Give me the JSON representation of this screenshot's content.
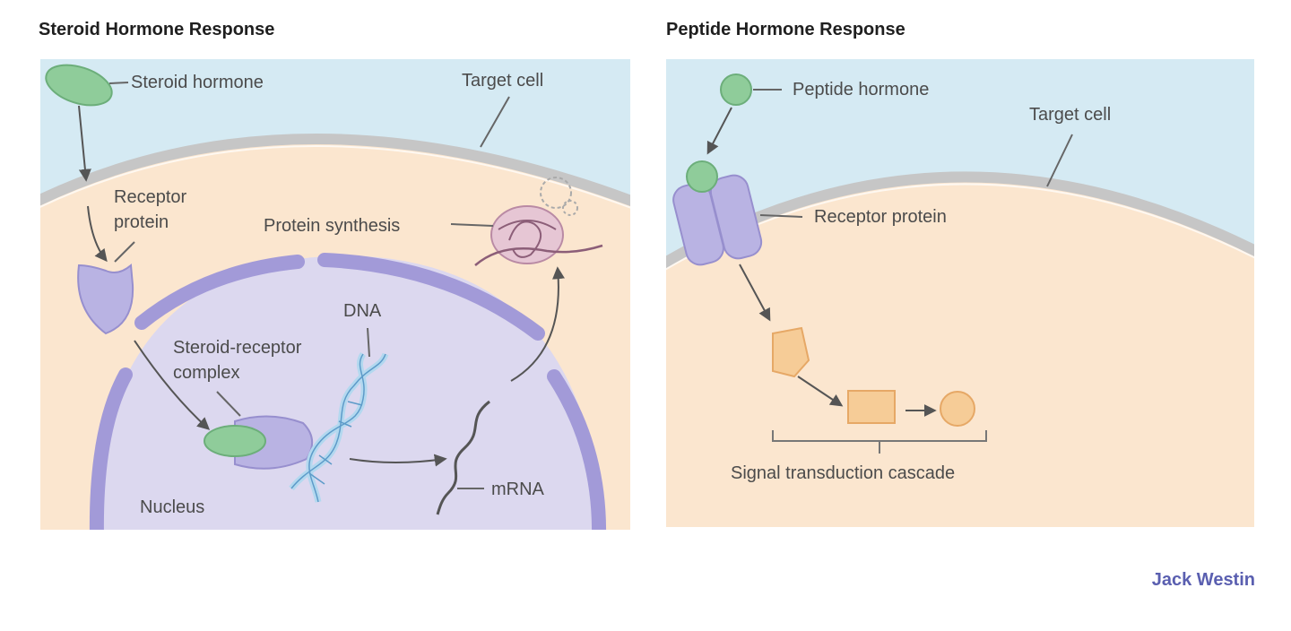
{
  "panels": {
    "steroid": {
      "title": "Steroid Hormone Response",
      "labels": {
        "hormone": "Steroid hormone",
        "target_cell": "Target cell",
        "receptor_line1": "Receptor",
        "receptor_line2": "protein",
        "protein_synthesis": "Protein synthesis",
        "dna": "DNA",
        "complex_line1": "Steroid-receptor",
        "complex_line2": "complex",
        "nucleus": "Nucleus",
        "mrna": "mRNA"
      }
    },
    "peptide": {
      "title": "Peptide Hormone Response",
      "labels": {
        "hormone": "Peptide hormone",
        "target_cell": "Target cell",
        "receptor": "Receptor protein",
        "cascade": "Signal transduction cascade"
      }
    }
  },
  "credit": "Jack Westin",
  "colors": {
    "extracellular": "#d5eaf3",
    "cytoplasm": "#fbe6cf",
    "membrane": "#c9c9c9",
    "nucleus_fill": "#dcd8ef",
    "nuclear_envelope": "#a29ad8",
    "hormone_green": "#8fcc9a",
    "receptor_purple": "#b9b3e3",
    "cascade_orange": "#f6cc97",
    "brand": "#5a5fb0"
  }
}
